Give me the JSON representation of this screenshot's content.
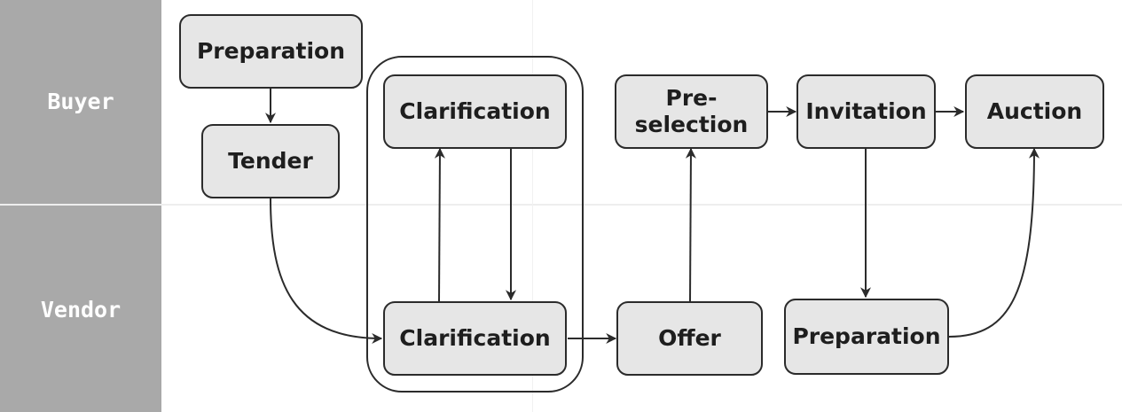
{
  "lanes": [
    {
      "name": "Buyer"
    },
    {
      "name": "Vendor"
    }
  ],
  "nodes": {
    "buyer_preparation": "Preparation",
    "tender": "Tender",
    "buyer_clarification": "Clarification",
    "pre_selection": "Pre-\nselection",
    "invitation": "Invitation",
    "auction": "Auction",
    "vendor_clarification": "Clarification",
    "offer": "Offer",
    "vendor_preparation": "Preparation"
  },
  "edges": [
    {
      "from": "buyer_preparation",
      "to": "tender"
    },
    {
      "from": "tender",
      "to": "vendor_clarification"
    },
    {
      "from": "vendor_clarification",
      "to": "buyer_clarification"
    },
    {
      "from": "buyer_clarification",
      "to": "vendor_clarification"
    },
    {
      "from": "vendor_clarification",
      "to": "offer"
    },
    {
      "from": "offer",
      "to": "pre_selection"
    },
    {
      "from": "pre_selection",
      "to": "invitation"
    },
    {
      "from": "invitation",
      "to": "auction"
    },
    {
      "from": "invitation",
      "to": "vendor_preparation"
    },
    {
      "from": "vendor_preparation",
      "to": "auction"
    }
  ],
  "colors": {
    "lane_label_bg": "#a9a9a9",
    "node_fill": "#e6e6e6",
    "stroke": "#2b2b2b"
  }
}
